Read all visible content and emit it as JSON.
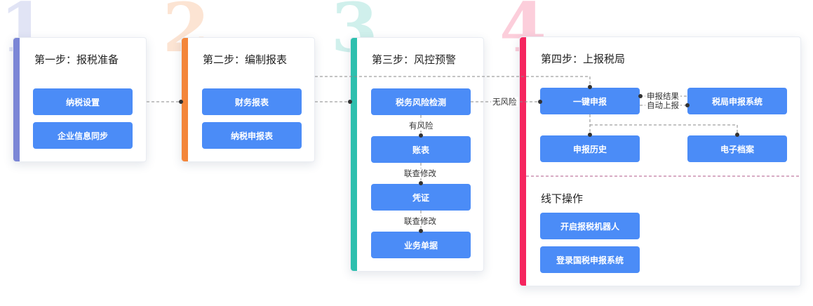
{
  "colors": {
    "step1": "#7b86d6",
    "step2": "#f3863b",
    "step3": "#2ebfae",
    "step4": "#f5265f",
    "button": "#4b8cf7",
    "connector": "#888888"
  },
  "big_numbers": [
    "1",
    "2",
    "3",
    "4"
  ],
  "steps": [
    {
      "title": "第一步：报税准备",
      "buttons": [
        "纳税设置",
        "企业信息同步"
      ]
    },
    {
      "title": "第二步：编制报表",
      "buttons": [
        "财务报表",
        "纳税申报表"
      ]
    },
    {
      "title": "第三步：风控预警",
      "buttons": [
        "税务风险检测",
        "账表",
        "凭证",
        "业务单据"
      ]
    },
    {
      "title": "第四步：上报税局",
      "buttons": [
        "一键申报",
        "税局申报系统",
        "申报历史",
        "电子档案"
      ]
    }
  ],
  "offline": {
    "title": "线下操作",
    "buttons": [
      "开启报税机器人",
      "登录国税申报系统"
    ]
  },
  "edge_labels": {
    "has_risk": "有风险",
    "link_modify_1": "联查修改",
    "link_modify_2": "联查修改",
    "no_risk": "无风险",
    "report_result": "申报结果",
    "auto_report": "自动上报"
  }
}
